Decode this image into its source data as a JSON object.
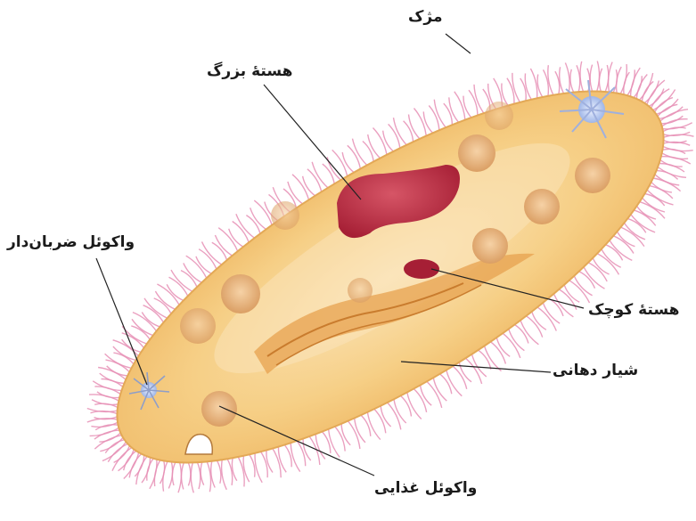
{
  "diagram": {
    "labels": {
      "cilia": "مژک",
      "macronucleus": "هستهٔ بزرگ",
      "contractile_vacuole": "واکوئل ضربان‌دار",
      "micronucleus": "هستهٔ کوچک",
      "oral_groove": "شیار دهانی",
      "food_vacuole": "واکوئل غذایی"
    },
    "colors": {
      "cytoplasm": "#f5c97a",
      "cilia": "#e68fb5",
      "macronucleus": "#b3243b",
      "vacuole": "#e8b77a",
      "contractile_vacuole": "#b6c8f0",
      "leader_line": "#222222"
    }
  }
}
